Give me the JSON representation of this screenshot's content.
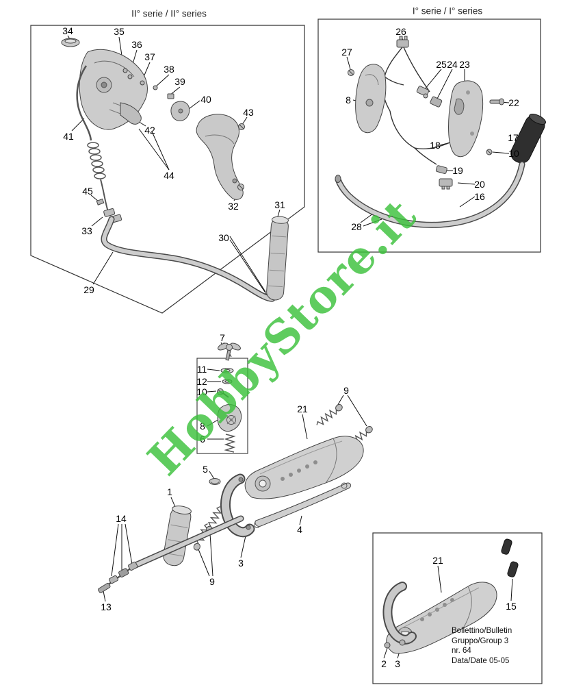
{
  "colors": {
    "watermark": "#3cc13c",
    "line": "#111111",
    "part_fill": "#cccccc",
    "part_stroke": "#444444"
  },
  "watermark": {
    "text": "HobbyStore.it"
  },
  "series2": {
    "title": "II° serie / II° series",
    "labels": [
      "34",
      "35",
      "36",
      "37",
      "38",
      "39",
      "40",
      "43",
      "41",
      "42",
      "44",
      "45",
      "33",
      "32",
      "31",
      "30",
      "29"
    ]
  },
  "series1": {
    "title": "I° serie / I° series",
    "labels": [
      "26",
      "27",
      "25",
      "24",
      "23",
      "8",
      "22",
      "17",
      "18",
      "10",
      "19",
      "20",
      "16",
      "28"
    ]
  },
  "main": {
    "labels": [
      "7",
      "11",
      "12",
      "10",
      "8",
      "6",
      "9",
      "21",
      "5",
      "1",
      "14",
      "4",
      "3",
      "9",
      "13"
    ]
  },
  "inset": {
    "labels": [
      "21",
      "15",
      "2",
      "3"
    ],
    "bulletin": {
      "line1": "Bollettino/Bulletin",
      "line2": "Gruppo/Group 3",
      "line3": "nr. 64",
      "line4": "Data/Date 05-05"
    }
  }
}
